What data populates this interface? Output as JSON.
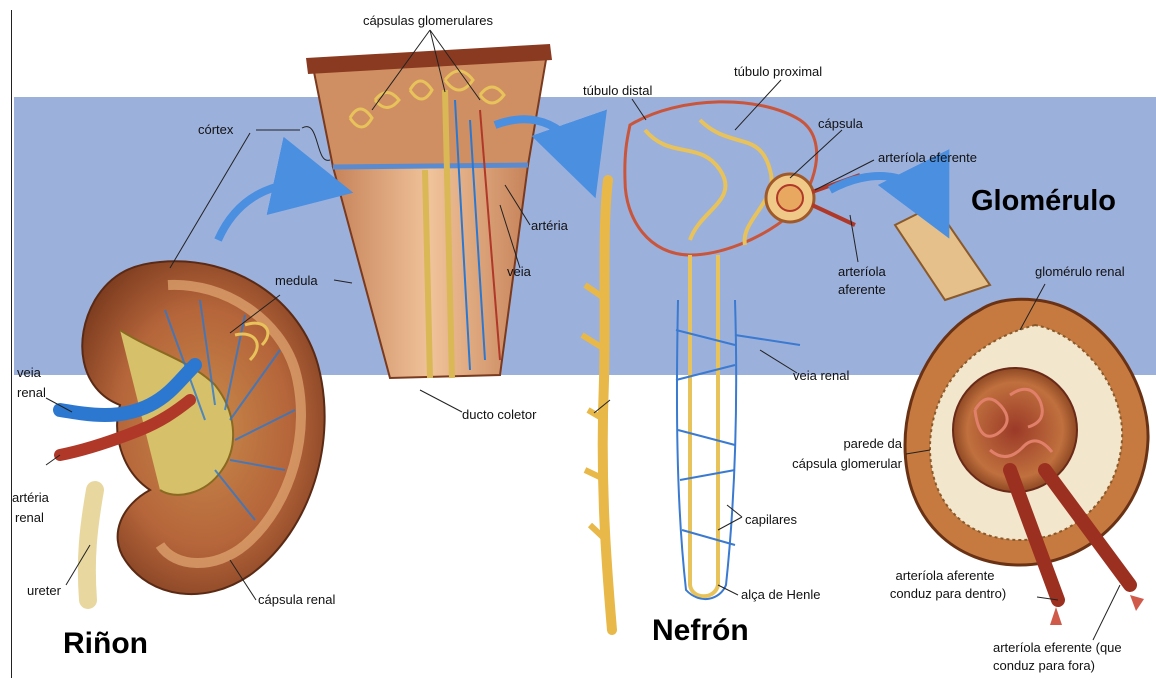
{
  "titles": {
    "kidney": "Riñon",
    "nephron": "Nefrón",
    "glomerulus": "Glomérulo"
  },
  "labels": {
    "capsulas_glomerulares": "cápsulas glomerulares",
    "cortex": "córtex",
    "medula": "medula",
    "arteria": "artéria",
    "veia": "veia",
    "ducto_coletor": "ducto coletor",
    "tubulo_distal": "túbulo distal",
    "tubulo_proximal": "túbulo proximal",
    "capsula": "cápsula",
    "arteriola_eferente": "arteríola eferente",
    "arteriola_aferente_line1": "arteríola",
    "arteriola_aferente_line2": "aferente",
    "veia_renal_nephron": "veia renal",
    "capilares": "capilares",
    "alca_de_henle": "alça de Henle",
    "glomerulo_renal": "glomérulo renal",
    "parede_line1": "parede da",
    "parede_line2": "cápsula glomerular",
    "aferente_dentro_line1": "arteríola aferente",
    "aferente_dentro_line2": "conduz para dentro)",
    "eferente_fora_line1": "arteríola eferente (que",
    "eferente_fora_line2": "conduz para fora)",
    "veia_renal_kidney_line1": "veia",
    "veia_renal_kidney_line2": "renal",
    "arteria_renal_line1": "artéria",
    "arteria_renal_line2": "renal",
    "ureter": "ureter",
    "capsula_renal": "cápsula renal"
  },
  "colors": {
    "band": "#9cb0dc",
    "kidney_tissue": "#b5653a",
    "cortex_tan": "#e8b888",
    "vein_blue": "#2c78d0",
    "artery_red": "#b03828",
    "tubule_yellow": "#e8c25a",
    "arrow_blue": "#4a8fe0"
  }
}
